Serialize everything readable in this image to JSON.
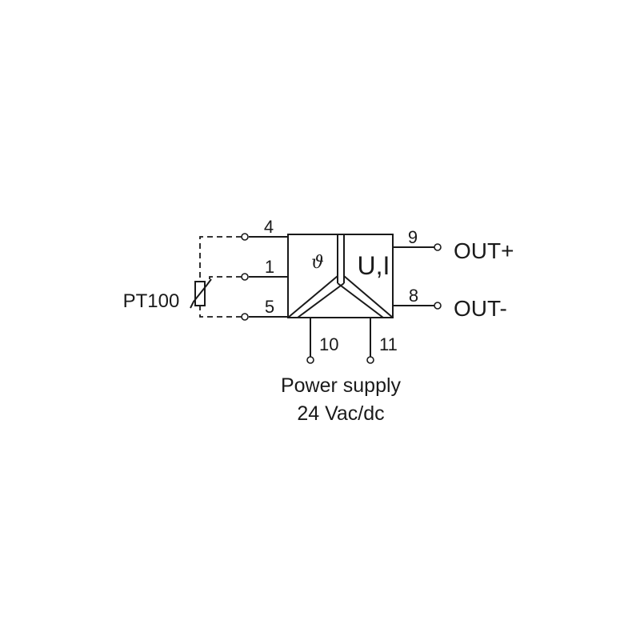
{
  "terminals": {
    "t4": "4",
    "t1": "1",
    "t5": "5",
    "t9": "9",
    "t8": "8",
    "t10": "10",
    "t11": "11"
  },
  "block": {
    "input_symbol": "ϑ",
    "output_symbol": "U,I"
  },
  "sensor": {
    "label": "PT100"
  },
  "outputs": {
    "plus": "OUT+",
    "minus": "OUT-"
  },
  "power": {
    "line1": "Power supply",
    "line2": "24 Vac/dc"
  }
}
